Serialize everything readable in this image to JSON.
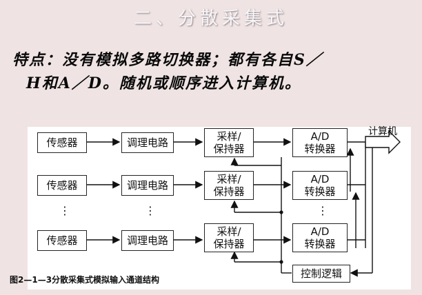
{
  "header": {
    "title": "二、分散采集式"
  },
  "feature": {
    "line1": "特点：没有模拟多路切换器；都有各自S／",
    "line2": "H和A／D。随机或顺序进入计算机。"
  },
  "diagram": {
    "sensor_label": "传感器",
    "conditioning_label": "调理电路",
    "sample_hold_line1": "采样/",
    "sample_hold_line2": "保持器",
    "adc_line1": "A/D",
    "adc_line2": "转换器",
    "control_label": "控制逻辑",
    "output_label": "计算机",
    "ellipsis": "⋮"
  },
  "caption": "图2—1—3分散采集式模拟输入通道结构"
}
